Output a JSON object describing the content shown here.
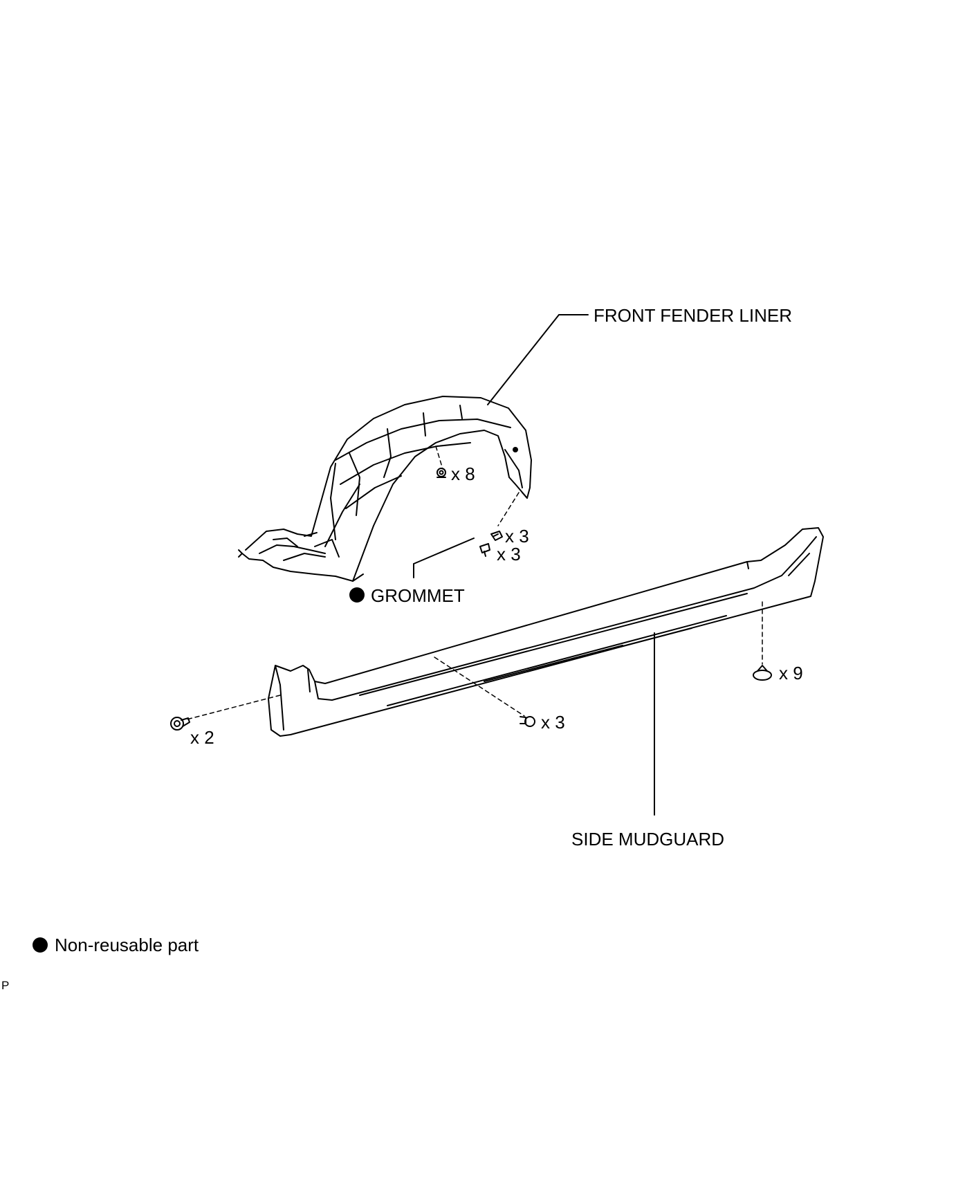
{
  "labels": {
    "front_fender_liner": "FRONT FENDER LINER",
    "grommet": "GROMMET",
    "side_mudguard": "SIDE MUDGUARD"
  },
  "quantities": {
    "liner_screws": "x 8",
    "liner_clips": "x 3",
    "liner_bolts": "x 3",
    "mudguard_front_screws": "x 2",
    "mudguard_center_clips": "x 3",
    "mudguard_rear_clips": "x 9"
  },
  "legend": {
    "non_reusable": "Non-reusable part"
  },
  "figure_code": "P",
  "colors": {
    "line": "#000000",
    "background": "#ffffff"
  },
  "icons": {
    "non_reusable_marker": "filled-circle"
  }
}
